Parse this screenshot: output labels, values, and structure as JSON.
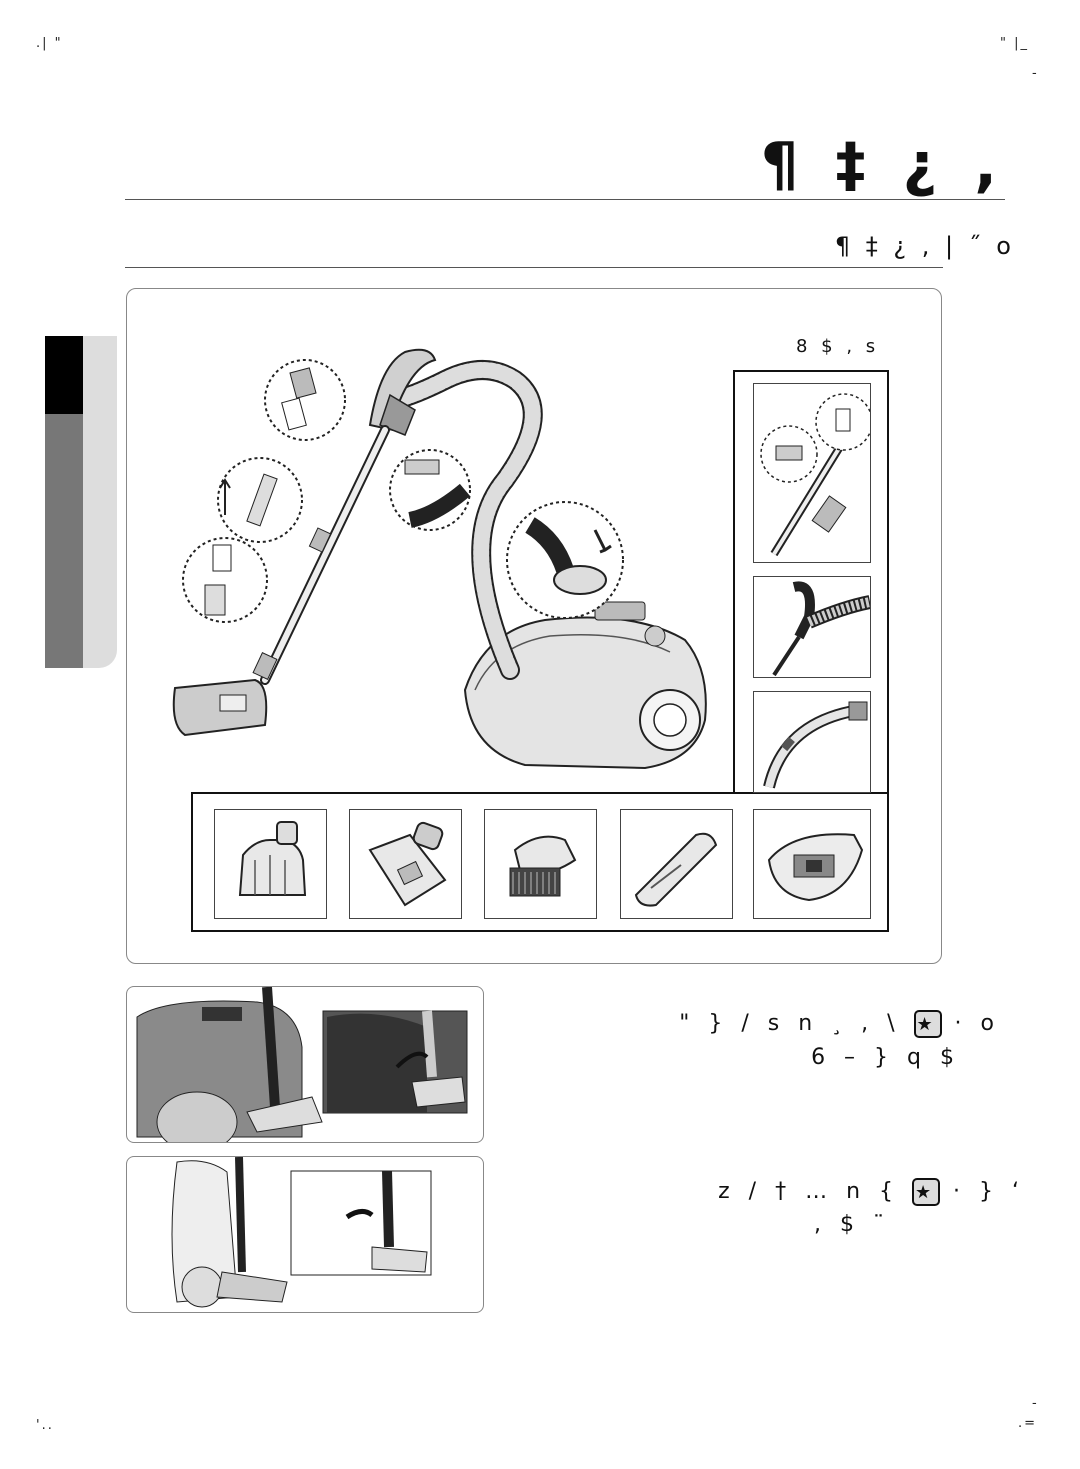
{
  "corner_marks": {
    "top_left": ".| \"",
    "top_right_1": "\" |_",
    "top_right_2": "-",
    "bottom_left": "'..",
    "bottom_right_1": "-",
    "bottom_right_2": ".="
  },
  "header": {
    "title": "¶ ‡  ¿ ,",
    "subtitle": "¶ ‡   ¿ , | ˝ o"
  },
  "figure": {
    "label": "8 $ , s",
    "accessory_icons": [
      "turbo-brush-icon",
      "upholstery-tool-icon",
      "dusting-brush-icon",
      "crevice-tool-icon",
      "dust-bag-icon"
    ]
  },
  "steps": [
    {
      "line1": "\" } / s n  ¸ , \\",
      "line1_suffix": "· o",
      "line2": "6  – }  q $"
    },
    {
      "line1": "z / † … n  {",
      "line1_suffix": "· }  ‘",
      "line2": ", $ ¨"
    }
  ]
}
